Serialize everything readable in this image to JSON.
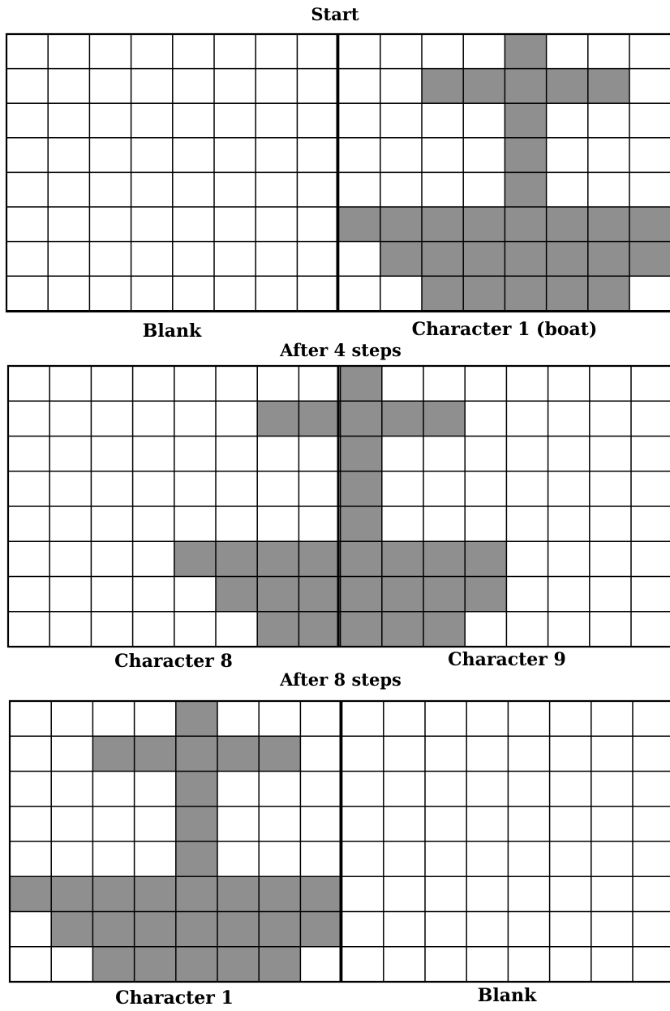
{
  "panels": [
    {
      "title": "Start",
      "labels": [
        "Blank",
        "Character 1 (boat)"
      ],
      "filled": [
        [
          0,
          12
        ],
        [
          1,
          10
        ],
        [
          1,
          11
        ],
        [
          1,
          12
        ],
        [
          1,
          13
        ],
        [
          1,
          14
        ],
        [
          2,
          12
        ],
        [
          3,
          12
        ],
        [
          4,
          12
        ],
        [
          5,
          8
        ],
        [
          5,
          9
        ],
        [
          5,
          10
        ],
        [
          5,
          11
        ],
        [
          5,
          12
        ],
        [
          5,
          13
        ],
        [
          5,
          14
        ],
        [
          5,
          15
        ],
        [
          6,
          9
        ],
        [
          6,
          10
        ],
        [
          6,
          11
        ],
        [
          6,
          12
        ],
        [
          6,
          13
        ],
        [
          6,
          14
        ],
        [
          6,
          15
        ],
        [
          7,
          10
        ],
        [
          7,
          11
        ],
        [
          7,
          12
        ],
        [
          7,
          13
        ],
        [
          7,
          14
        ]
      ]
    },
    {
      "title": "After 4 steps",
      "labels": [
        "Character 8",
        "Character 9"
      ],
      "filled": [
        [
          0,
          8
        ],
        [
          1,
          6
        ],
        [
          1,
          7
        ],
        [
          1,
          8
        ],
        [
          1,
          9
        ],
        [
          1,
          10
        ],
        [
          2,
          8
        ],
        [
          3,
          8
        ],
        [
          4,
          8
        ],
        [
          5,
          4
        ],
        [
          5,
          5
        ],
        [
          5,
          6
        ],
        [
          5,
          7
        ],
        [
          5,
          8
        ],
        [
          5,
          9
        ],
        [
          5,
          10
        ],
        [
          5,
          11
        ],
        [
          6,
          5
        ],
        [
          6,
          6
        ],
        [
          6,
          7
        ],
        [
          6,
          8
        ],
        [
          6,
          9
        ],
        [
          6,
          10
        ],
        [
          6,
          11
        ],
        [
          7,
          6
        ],
        [
          7,
          7
        ],
        [
          7,
          8
        ],
        [
          7,
          9
        ],
        [
          7,
          10
        ]
      ]
    },
    {
      "title": "After 8 steps",
      "labels": [
        "Character 1",
        "Blank"
      ],
      "filled": [
        [
          0,
          4
        ],
        [
          1,
          2
        ],
        [
          1,
          3
        ],
        [
          1,
          4
        ],
        [
          1,
          5
        ],
        [
          1,
          6
        ],
        [
          2,
          4
        ],
        [
          3,
          4
        ],
        [
          4,
          4
        ],
        [
          5,
          0
        ],
        [
          5,
          1
        ],
        [
          5,
          2
        ],
        [
          5,
          3
        ],
        [
          5,
          4
        ],
        [
          5,
          5
        ],
        [
          5,
          6
        ],
        [
          5,
          7
        ],
        [
          6,
          1
        ],
        [
          6,
          2
        ],
        [
          6,
          3
        ],
        [
          6,
          4
        ],
        [
          6,
          5
        ],
        [
          6,
          6
        ],
        [
          6,
          7
        ],
        [
          7,
          2
        ],
        [
          7,
          3
        ],
        [
          7,
          4
        ],
        [
          7,
          5
        ],
        [
          7,
          6
        ]
      ]
    }
  ]
}
